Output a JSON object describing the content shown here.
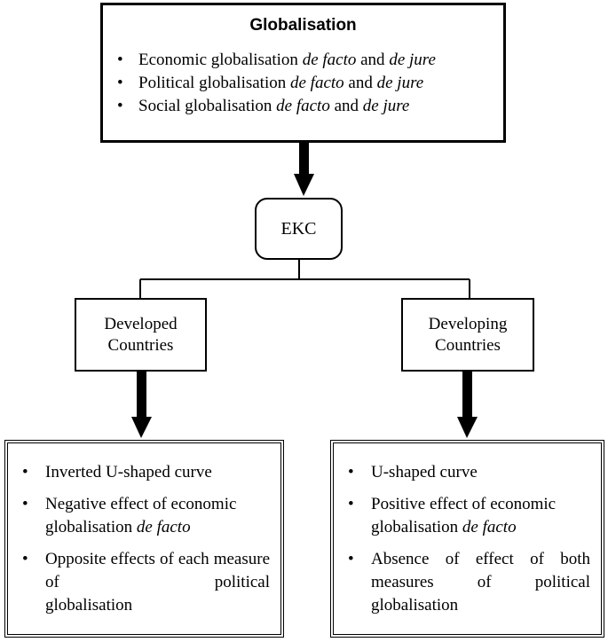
{
  "globalisation": {
    "title": "Globalisation",
    "items": [
      {
        "text": "Economic globalisation ",
        "em1": "de facto",
        "mid": " and ",
        "em2": "de jure"
      },
      {
        "text": "Political globalisation ",
        "em1": "de facto",
        "mid": " and ",
        "em2": "de jure"
      },
      {
        "text": "Social globalisation ",
        "em1": "de facto",
        "mid": " and ",
        "em2": "de jure"
      }
    ]
  },
  "ekc": {
    "label": "EKC"
  },
  "developed": {
    "line1": "Developed",
    "line2": "Countries",
    "results": {
      "item1": "Inverted U-shaped curve",
      "item2_line1": "Negative effect of economic",
      "item2_line2": "globalisation ",
      "item2_em": "de facto",
      "item3_line1": "Opposite effects of each",
      "item3_line2": "measure of political",
      "item3_line3": "globalisation"
    }
  },
  "developing": {
    "line1": "Developing",
    "line2": "Countries",
    "results": {
      "item1": "U-shaped curve",
      "item2_line1": "Positive effect of economic",
      "item2_line2": "globalisation ",
      "item2_em": "de facto",
      "item3_line1": "Absence of effect of both",
      "item3_line2": "measures of political",
      "item3_line3": "globalisation"
    }
  },
  "colors": {
    "line": "#000000",
    "background": "#ffffff"
  }
}
